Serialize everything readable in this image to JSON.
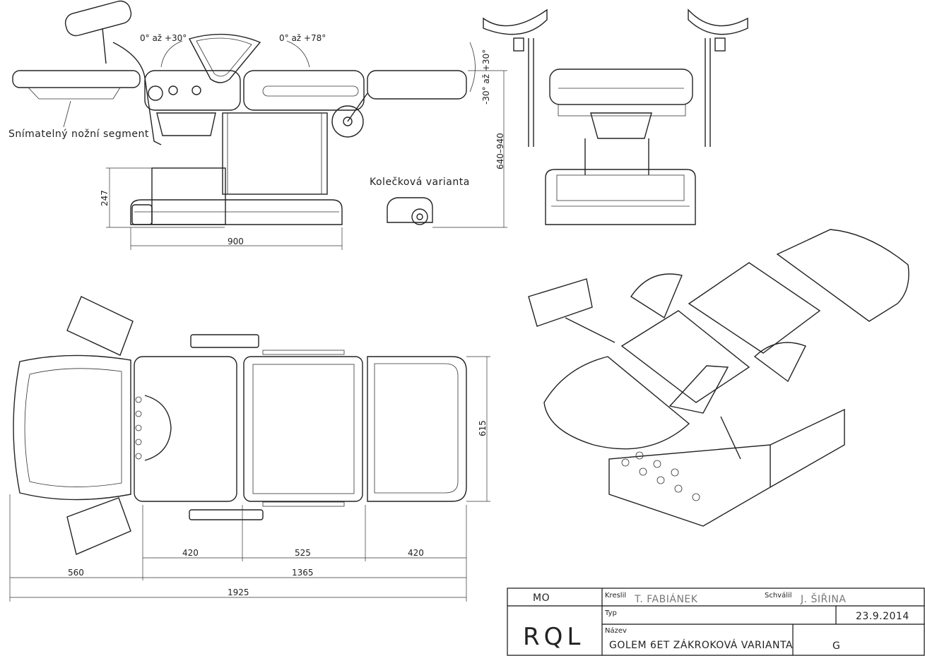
{
  "annotations": {
    "angle_seat": "0° až +30°",
    "angle_back": "0° až +78°",
    "angle_head": "-30° až +30°",
    "leg_segment": "Snímatelný nožní segment",
    "wheel_variant": "Kolečková varianta",
    "height_range": "640–940"
  },
  "dimensions": {
    "side_base_height": "247",
    "side_base_width": "900",
    "top_width": "615",
    "seg_1": "420",
    "seg_2": "525",
    "seg_3": "420",
    "leg": "560",
    "body": "1365",
    "total": "1925"
  },
  "title_block": {
    "mo_label": "MO",
    "drawn_label": "Kreslil",
    "drawn_by": "T. FABIÁNEK",
    "approved_label": "Schválil",
    "approved_by": "J. ŠIŘINA",
    "type_label": "Typ",
    "date": "23.9.2014",
    "name_label": "Název",
    "name": "GOLEM 6ET ZÁKROKOVÁ VARIANTA",
    "revision": "G",
    "logo": "RQL"
  },
  "colors": {
    "line": "#222222",
    "background": "#ffffff"
  }
}
